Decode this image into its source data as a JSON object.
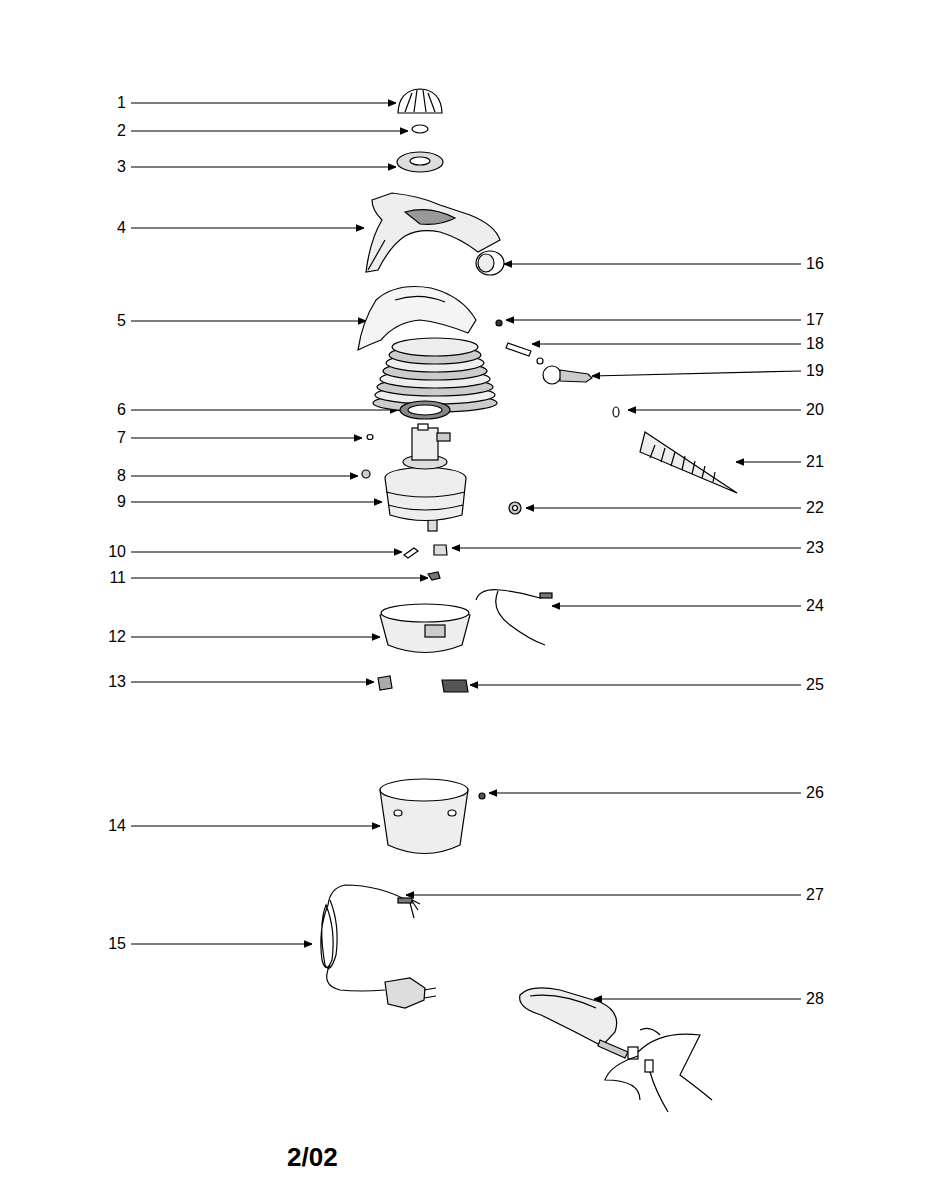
{
  "diagram": {
    "labels": [
      "1",
      "2",
      "3",
      "4",
      "5",
      "6",
      "7",
      "8",
      "9",
      "10",
      "11",
      "12",
      "13",
      "14",
      "15",
      "16",
      "17",
      "18",
      "19",
      "20",
      "21",
      "22",
      "23",
      "24",
      "25",
      "26",
      "27",
      "28",
      "2/02"
    ]
  }
}
